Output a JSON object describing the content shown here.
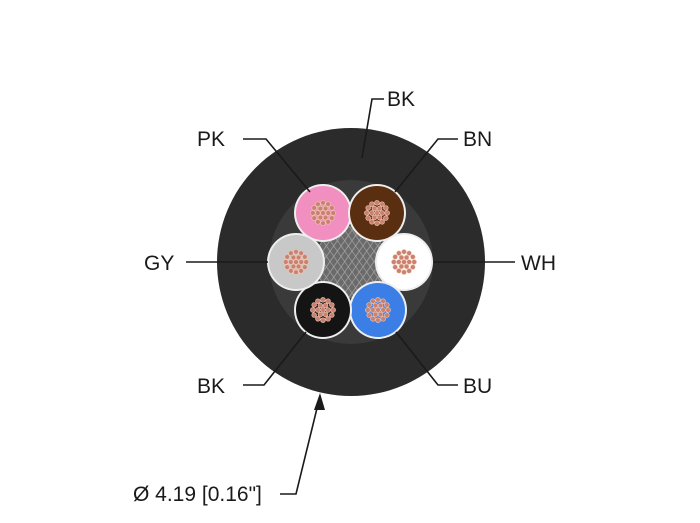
{
  "diagram": {
    "colors": {
      "jacket": "#2b2b2b",
      "core_outline": "#eeeeee",
      "copper": "#c9826f",
      "copper_highlight": "#f2c6b6"
    },
    "cores": [
      {
        "code": "PK",
        "color": "#f08fc0"
      },
      {
        "code": "BK",
        "color": "#4a3418"
      },
      {
        "code": "BN",
        "color": "#5a2e10"
      },
      {
        "code": "WH",
        "color": "#ffffff"
      },
      {
        "code": "BU",
        "color": "#3b7fe6"
      },
      {
        "code": "BK",
        "color": "#141414"
      },
      {
        "code": "GY",
        "color": "#c8c8c8"
      }
    ],
    "labels": {
      "pk": "PK",
      "bk_top": "BK",
      "bn": "BN",
      "wh": "WH",
      "bu": "BU",
      "bk_bottom": "BK",
      "gy": "GY",
      "diameter": "Ø 4.19 [0.16\"]"
    }
  }
}
